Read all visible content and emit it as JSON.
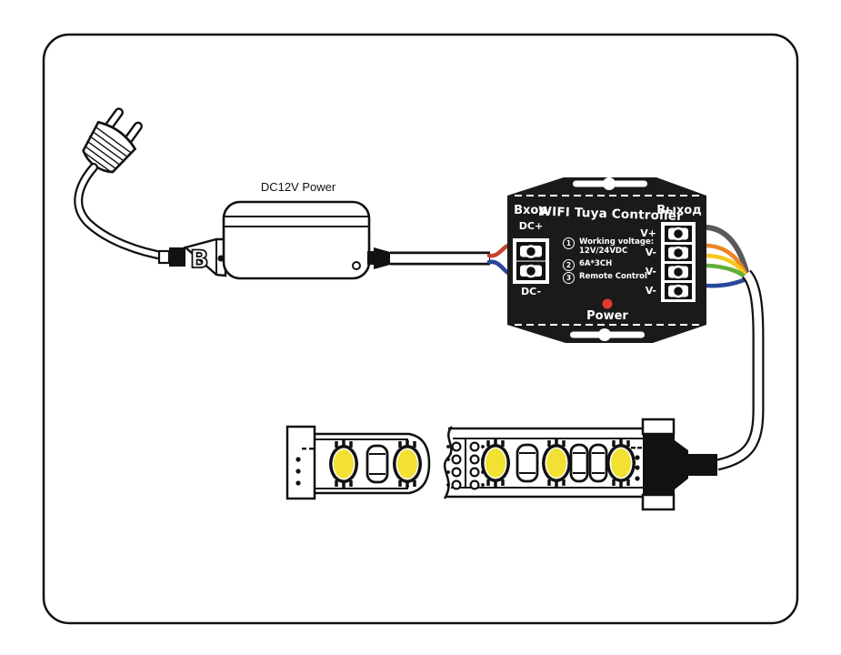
{
  "adapter": {
    "label": "DC12V Power",
    "socket_mark": "B"
  },
  "controller": {
    "title": "WIFI Tuya Controller",
    "input_label": "Вход",
    "output_label": "Выход",
    "input_terminals": [
      "DC+",
      "DC-"
    ],
    "output_terminals": [
      "V+",
      "V-",
      "V-",
      "V-"
    ],
    "specs": [
      {
        "num": "1",
        "line1": "Working voltage:",
        "line2": "12V/24VDC"
      },
      {
        "num": "2",
        "line1": "6A*3CH"
      },
      {
        "num": "3",
        "line1": "Remote Control"
      }
    ],
    "power_label": "Power"
  },
  "colors": {
    "line": "#111111",
    "controller_body": "#1a1a1a",
    "controller_text": "#ffffff",
    "power_led": "#e03a2e",
    "wire_red": "#c8432e",
    "wire_blue": "#27479a",
    "wire_gray": "#58595b",
    "wire_orange": "#ec8423",
    "wire_yellow": "#f6c81e",
    "wire_green": "#5fae3a",
    "led_yellow": "#f2e132"
  }
}
